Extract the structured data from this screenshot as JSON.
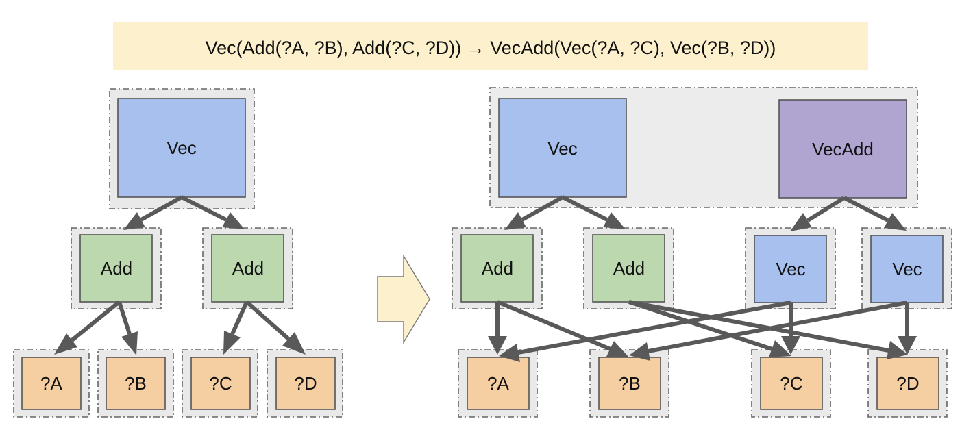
{
  "rule": "Vec(Add(?A, ?B), Add(?C, ?D)) → VecAdd(Vec(?A, ?C), Vec(?B, ?D))",
  "colors": {
    "banner": "#fdf0cc",
    "vec": "#a8c0ee",
    "add": "#bcd8ae",
    "var": "#f5cfa2",
    "vecadd": "#b0a4d0",
    "arrow": "#fdf0cc"
  },
  "left": {
    "root": "Vec",
    "add1": "Add",
    "add2": "Add",
    "leafA": "?A",
    "leafB": "?B",
    "leafC": "?C",
    "leafD": "?D"
  },
  "right": {
    "vec": "Vec",
    "vecadd": "VecAdd",
    "add1": "Add",
    "add2": "Add",
    "vec1": "Vec",
    "vec2": "Vec",
    "leafA": "?A",
    "leafB": "?B",
    "leafC": "?C",
    "leafD": "?D"
  }
}
